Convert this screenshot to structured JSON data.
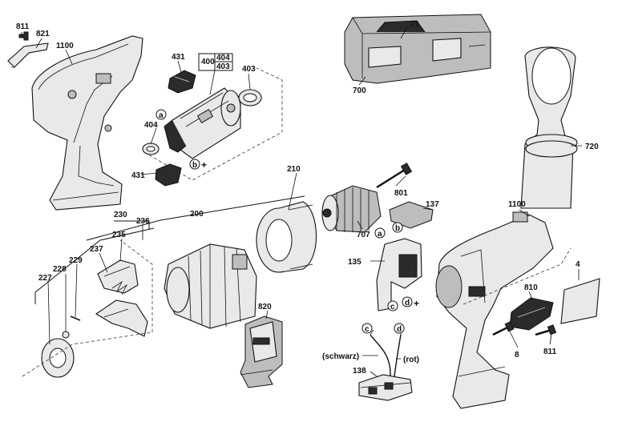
{
  "labels": {
    "p811a": "811",
    "p821": "821",
    "p1100a": "1100",
    "p431a": "431",
    "p400": "400",
    "p404box": "404",
    "p403box": "403",
    "p403": "403",
    "p404": "404",
    "p431b": "431",
    "pa1": "a",
    "pb1": "b",
    "plus1": "+",
    "p71": "71",
    "p700": "700",
    "p720": "720",
    "p210": "210",
    "p801": "801",
    "p137": "137",
    "p707": "707",
    "p230": "230",
    "p200": "200",
    "p236": "236",
    "p235": "235",
    "p237": "237",
    "p229": "229",
    "p228": "228",
    "p227": "227",
    "pa2": "a",
    "pb2": "b",
    "p135": "135",
    "pc1": "c",
    "pd1": "d",
    "plus2": "+",
    "p1100b": "1100",
    "p4": "4",
    "p810": "810",
    "p8": "8",
    "p811b": "811",
    "p820": "820",
    "pc2": "c",
    "pd2": "d",
    "schwarz": "(schwarz)",
    "rot": "(rot)",
    "p138": "138"
  }
}
